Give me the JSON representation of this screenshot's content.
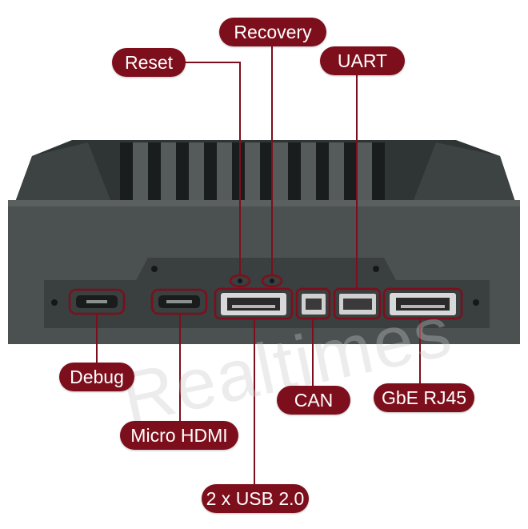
{
  "labels": {
    "recovery": "Recovery",
    "reset": "Reset",
    "uart": "UART",
    "debug": "Debug",
    "micro_hdmi": "Micro HDMI",
    "can": "CAN",
    "gbe_rj45": "GbE RJ45",
    "usb": "2 x USB 2.0"
  },
  "watermark": "Realtimes",
  "colors": {
    "label_bg": "#7d0f1c",
    "label_text": "#ffffff",
    "leader_line": "#7d0f1c",
    "device_body": "#4b5151",
    "device_dark": "#2f3434",
    "port_panel": "#3a3f3f"
  }
}
